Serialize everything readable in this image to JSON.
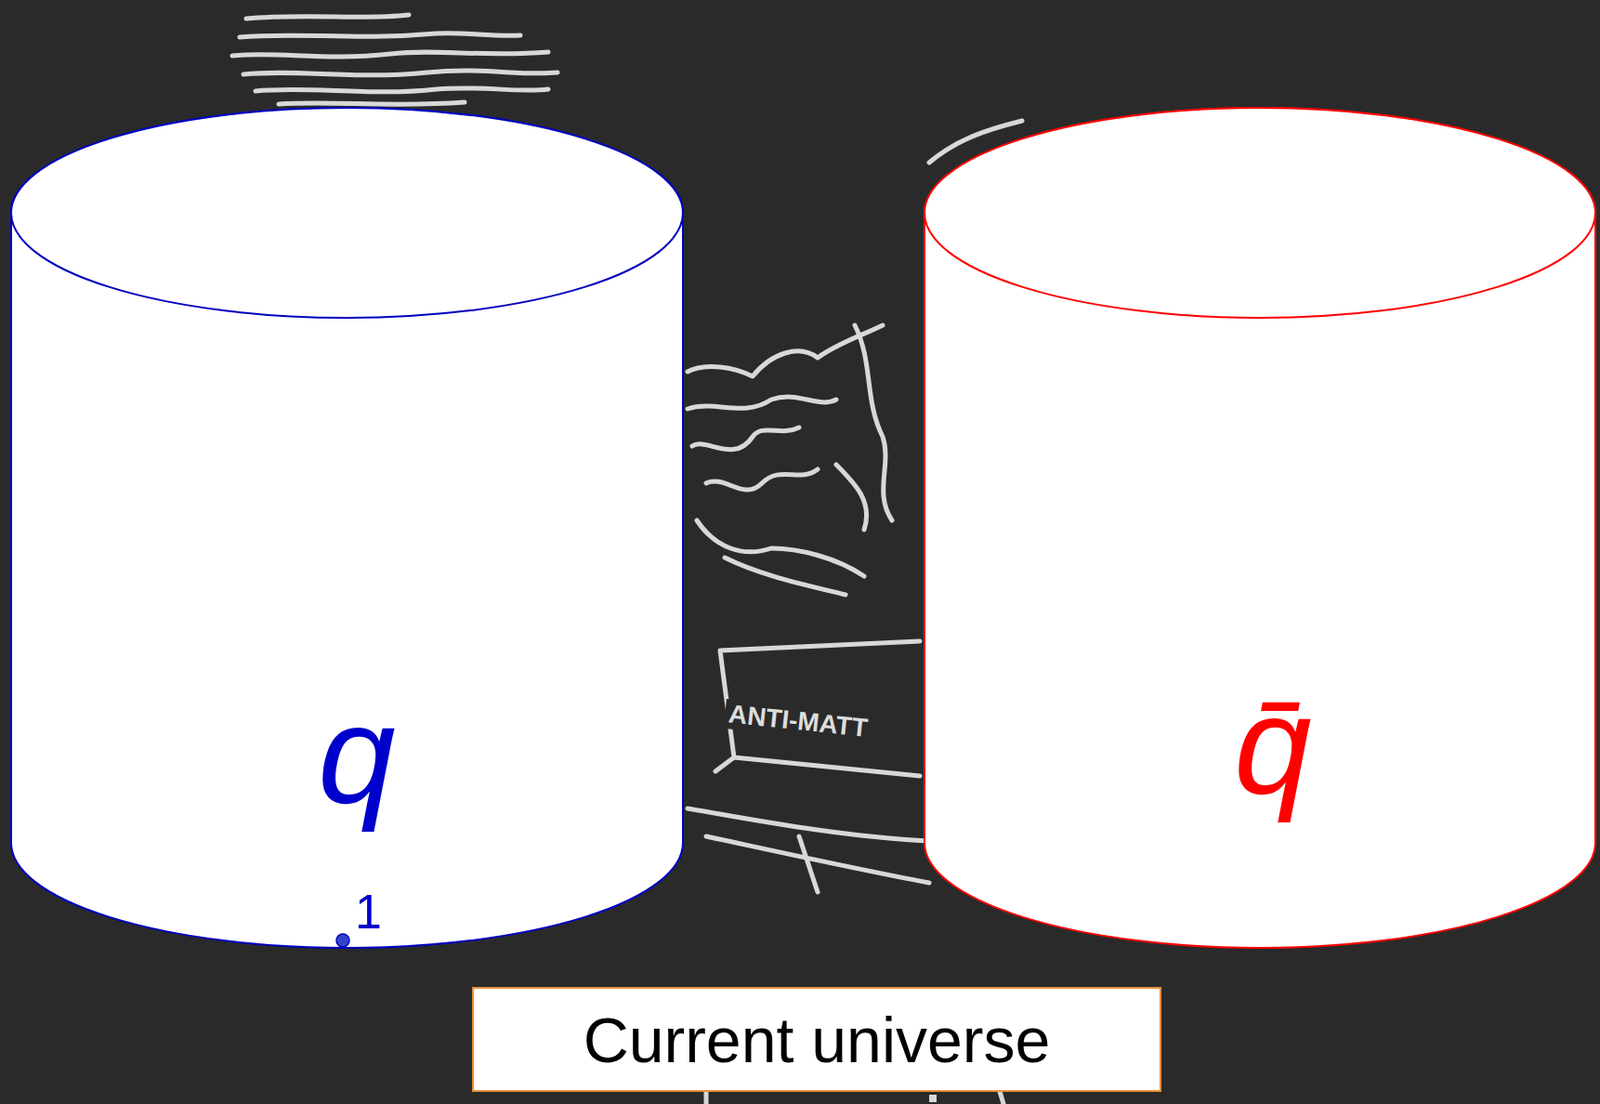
{
  "diagram": {
    "nodes": [
      {
        "text": [
          "q"
        ]
      },
      {
        "text": [
          "q̄"
        ]
      },
      {
        "text": [
          "Current universe"
        ]
      }
    ],
    "labels": [
      "1",
      "ANTI-MATT"
    ]
  }
}
